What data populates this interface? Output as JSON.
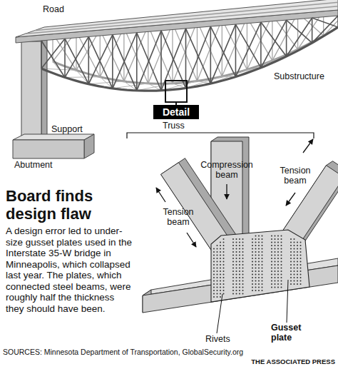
{
  "diagram": {
    "title": "Board finds design flaw",
    "caption": "A design error led to under-size gusset plates used in the Interstate 35-W bridge in Minneapolis, which collapsed last year. The plates, which connected steel beams, were roughly half the thickness they should have been.",
    "nodes": [
      {
        "text": [
          "Detail"
        ]
      }
    ],
    "labels": [
      "Road",
      "Substructure",
      "Support",
      "Abutment",
      "Truss",
      "Compression beam",
      "Tension beam",
      "Tension beam",
      "Rivets",
      "Gusset plate",
      "SOURCES: Minnesota Department of Transportation, GlobalSecurity.org",
      "THE ASSOCIATED PRESS"
    ]
  }
}
